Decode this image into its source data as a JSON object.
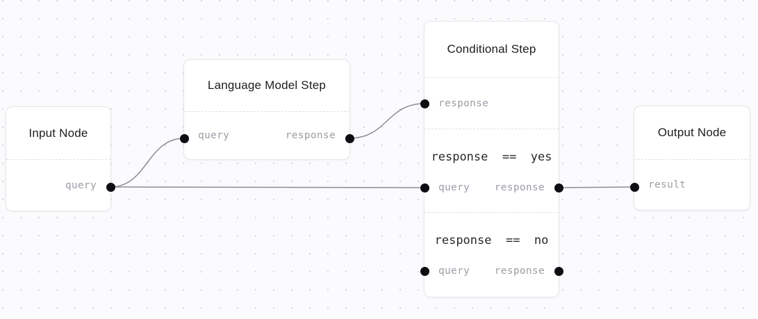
{
  "diagram": {
    "nodes": {
      "input": {
        "title": "Input Node",
        "ports": {
          "query": "query"
        }
      },
      "llm": {
        "title": "Language Model Step",
        "ports": {
          "query": "query",
          "response": "response"
        }
      },
      "conditional": {
        "title": "Conditional Step",
        "ports": {
          "response": "response"
        },
        "branches": [
          {
            "condition": "response  ==  yes",
            "ports": {
              "query": "query",
              "response": "response"
            }
          },
          {
            "condition": "response  ==  no",
            "ports": {
              "query": "query",
              "response": "response"
            }
          }
        ]
      },
      "output": {
        "title": "Output Node",
        "ports": {
          "result": "result"
        }
      }
    },
    "edges": [
      {
        "from": "input.query",
        "to": "llm.query"
      },
      {
        "from": "llm.response",
        "to": "conditional.response"
      },
      {
        "from": "input.query",
        "to": "conditional.yes.query"
      },
      {
        "from": "conditional.yes.response",
        "to": "output.result"
      }
    ],
    "colors": {
      "canvas_background": "#fbfbfd",
      "grid_dot": "#d5d5dd",
      "node_background": "#ffffff",
      "node_border": "#e6e6eb",
      "divider": "#e1e1e7",
      "title_text": "#1b1c1f",
      "condition_text": "#27282c",
      "port_label_text": "#9b9ea6",
      "edge": "#8b8d97",
      "port": "#0e0e12"
    }
  }
}
